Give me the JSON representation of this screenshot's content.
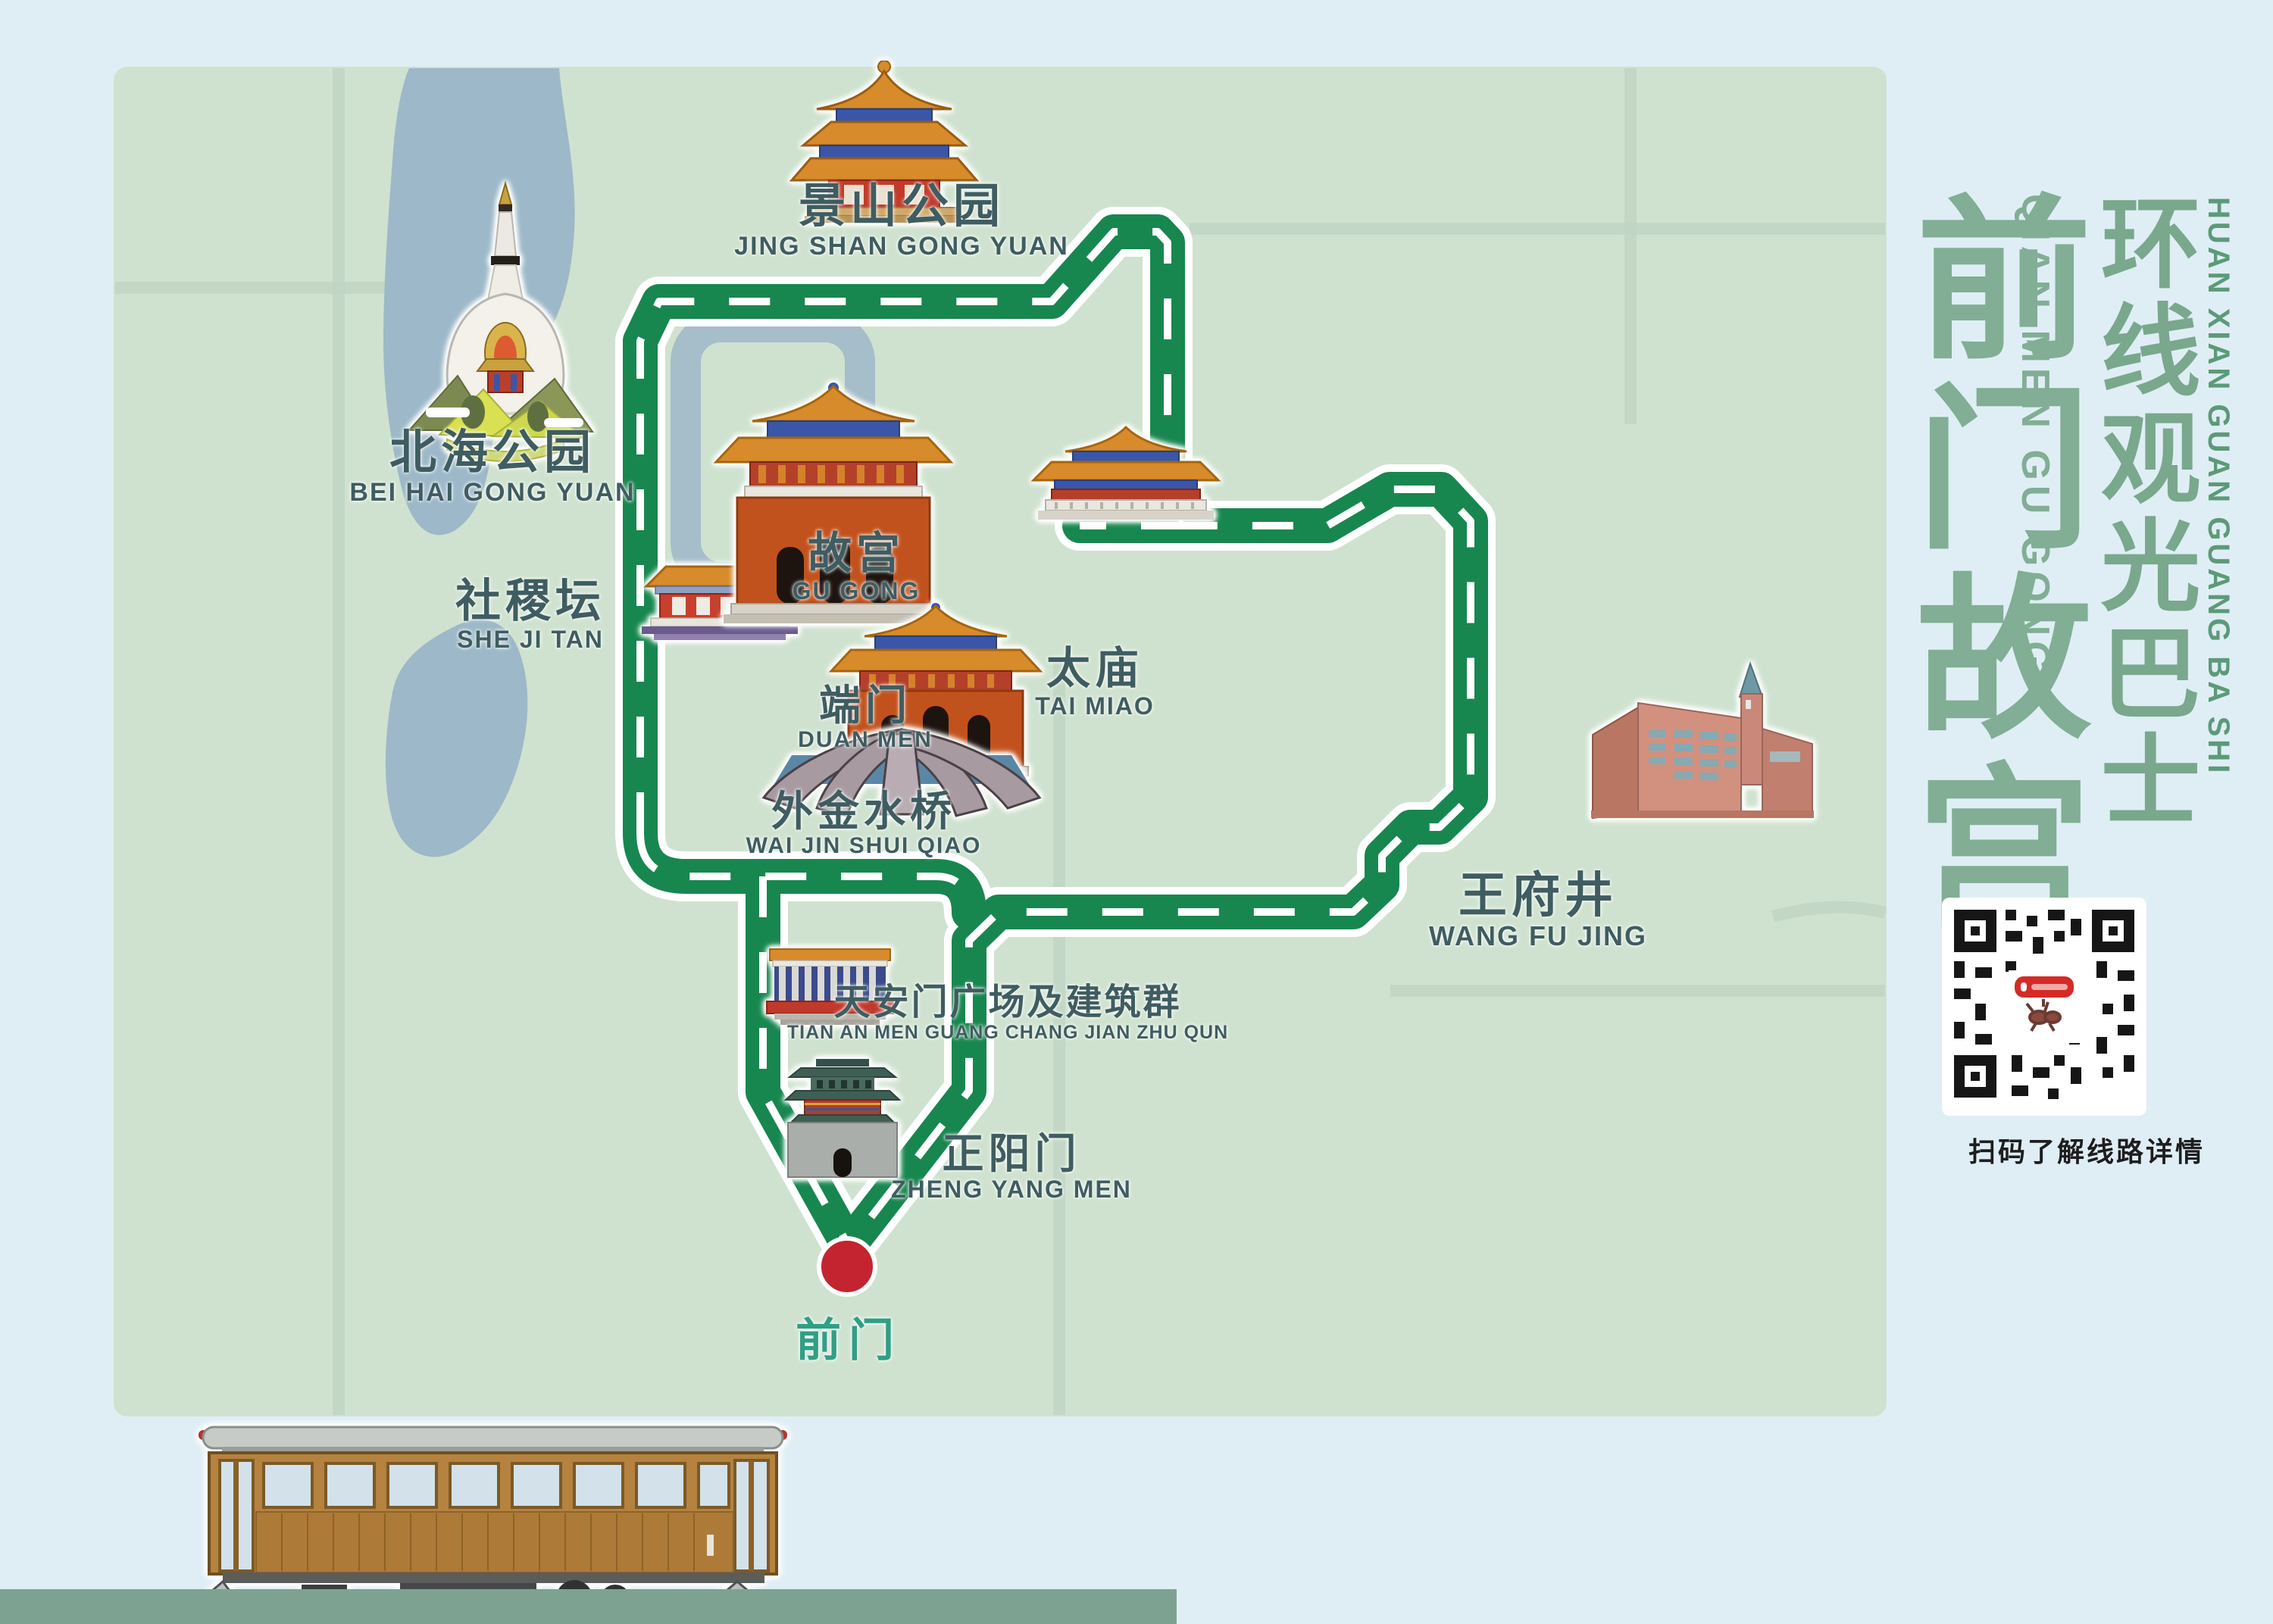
{
  "side_panel": {
    "title_zh": "前门故宫",
    "title_pinyin": "QIAN MEN GU GONG",
    "subtitle_zh": "环线观光巴士",
    "subtitle_pinyin": "HUAN XIAN GUAN GUANG BA SHI",
    "qr_caption": "扫码了解线路详情"
  },
  "map": {
    "stations": [
      {
        "id": "jingshan",
        "zh": "景山公园",
        "pinyin": "JING SHAN GONG YUAN"
      },
      {
        "id": "beihai",
        "zh": "北海公园",
        "pinyin": "BEI HAI GONG YUAN"
      },
      {
        "id": "shejitan",
        "zh": "社稷坛",
        "pinyin": "SHE JI TAN"
      },
      {
        "id": "gugong",
        "zh": "故宫",
        "pinyin": "GU GONG"
      },
      {
        "id": "taimiao",
        "zh": "太庙",
        "pinyin": "TAI MIAO"
      },
      {
        "id": "duanmen",
        "zh": "端门",
        "pinyin": "DUAN MEN"
      },
      {
        "id": "waijinshuiqiao",
        "zh": "外金水桥",
        "pinyin": "WAI JIN SHUI QIAO"
      },
      {
        "id": "wangfujing",
        "zh": "王府井",
        "pinyin": "WANG FU JING"
      },
      {
        "id": "tiananmen",
        "zh": "天安门广场及建筑群",
        "pinyin": "TIAN AN MEN GUANG CHANG JIAN ZHU QUN"
      },
      {
        "id": "zhengyangmen",
        "zh": "正阳门",
        "pinyin": "ZHENG YANG MEN"
      }
    ],
    "terminus": {
      "zh": "前门"
    }
  },
  "colors": {
    "route_green": "#17874f",
    "map_bg": "#cfe2cf",
    "panel_bg": "#dfeef5",
    "lake_blue": "#9db8c8",
    "terminus_red": "#c32430",
    "label_teal": "#3f5d61",
    "title_green": "#81ae94",
    "qianmen_green": "#2f9f86"
  },
  "icons": {
    "jingshan": "pavilion-icon",
    "beihai": "white-dagoba-icon",
    "shejitan": "altar-hall-icon",
    "gugong": "palace-gate-icon",
    "duanmen": "gate-tower-icon",
    "waijinshuiqiao": "stone-bridges-icon",
    "taimiao": "temple-hall-icon",
    "wangfujing": "department-store-icon",
    "tiananmen_hall": "memorial-hall-icon",
    "zhengyangmen": "city-gate-icon",
    "tram": "vintage-tram-icon",
    "qr": "qr-code"
  }
}
